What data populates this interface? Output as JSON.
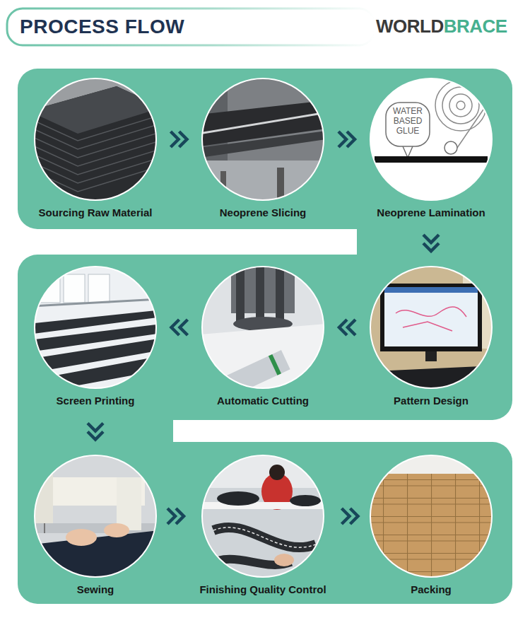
{
  "diagram": {
    "title": "PROCESS FLOW",
    "nodes": [
      {
        "text": [
          "Sourcing Raw Material"
        ]
      },
      {
        "text": [
          "Neoprene Slicing"
        ]
      },
      {
        "text": [
          "Neoprene Lamination"
        ]
      },
      {
        "text": [
          "Pattern Design"
        ]
      },
      {
        "text": [
          "Automatic Cutting"
        ]
      },
      {
        "text": [
          "Screen Printing"
        ]
      },
      {
        "text": [
          "Sewing"
        ]
      },
      {
        "text": [
          "Finishing Quality Control"
        ]
      },
      {
        "text": [
          "Packing"
        ]
      }
    ],
    "edges": [
      {
        "from": 0,
        "to": 1,
        "arrow": "to"
      },
      {
        "from": 1,
        "to": 2,
        "arrow": "to"
      },
      {
        "from": 2,
        "to": 3,
        "arrow": "to"
      },
      {
        "from": 3,
        "to": 4,
        "arrow": "to"
      },
      {
        "from": 4,
        "to": 5,
        "arrow": "to"
      },
      {
        "from": 5,
        "to": 6,
        "arrow": "to"
      },
      {
        "from": 6,
        "to": 7,
        "arrow": "to"
      },
      {
        "from": 7,
        "to": 8,
        "arrow": "to"
      }
    ],
    "labels": [
      "WORLD",
      "BRACE",
      "WATER BASED GLUE"
    ]
  }
}
